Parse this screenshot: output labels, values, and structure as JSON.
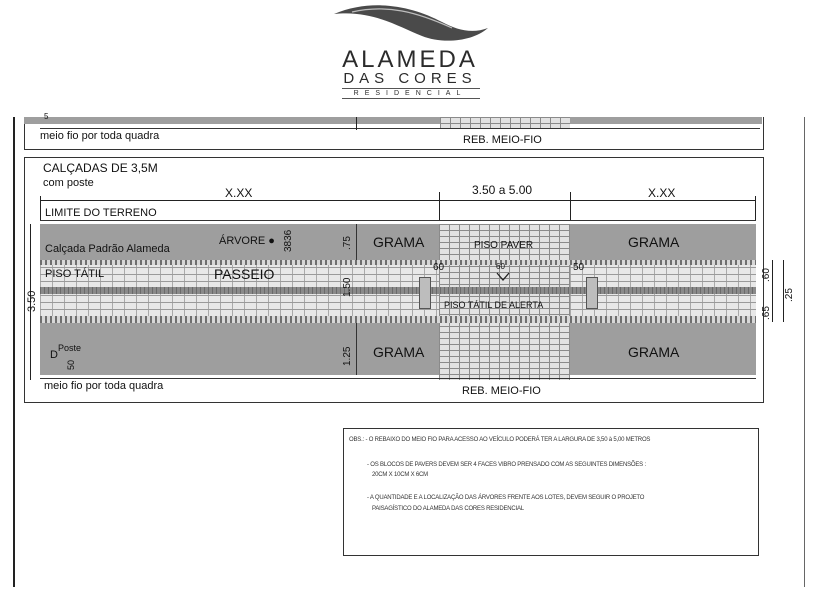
{
  "logo": {
    "line1": "ALAMEDA",
    "line2": "DAS CORES",
    "line3": "RESIDENCIAL",
    "wave_color": "#4a4a4a"
  },
  "top_section": {
    "label_left": "meio fio por toda quadra",
    "label_center": "REB. MEIO-FIO",
    "dim_small": "5"
  },
  "main_section": {
    "title_line1": "CALÇADAS DE 3,5M",
    "title_line2": "com poste",
    "dim_left": "X.XX",
    "dim_center": "3.50 a 5.00",
    "dim_right": "X.XX",
    "limite": "LIMITE DO TERRENO",
    "grama_top_left": "GRAMA",
    "grama_top_right": "GRAMA",
    "piso_paver": "PISO PAVER",
    "calcada_padrao": "Calçada Padrão Alameda",
    "arvore": "ÁRVORE ●",
    "arvore_dim": "3836",
    "dim_75": ".75",
    "piso_tatil": "PISO TÁTIL",
    "passeio": "PASSEIO",
    "dim_150": "1.50",
    "dim_60a": "60",
    "dim_60b": "50",
    "dim_center_mark": "60",
    "piso_tatil_alerta": "PISO TÁTIL DE ALERTA",
    "dim_350": "3.50",
    "dim_r60": ".60",
    "dim_r65": ".65",
    "dim_r25": ".25",
    "poste": "Poste",
    "poste_dim": "50",
    "poste_prefix": "D",
    "dim_125": "1.25",
    "grama_bottom_left": "GRAMA",
    "grama_bottom_right": "GRAMA",
    "label_left_bottom": "meio fio por toda quadra",
    "reb_bottom": "REB. MEIO-FIO"
  },
  "notes": {
    "obs": "OBS.: - O REBAIXO DO MEIO FIO PARA ACESSO AO VEÍCULO PODERÁ TER A LARGURA DE 3,50 à 5,00 METROS",
    "item2_line1": "- OS BLOCOS DE PAVERS DEVEM SER 4 FACES VIBRO PRENSADO COM AS SEGUINTES DIMENSÕES :",
    "item2_line2": "20CM X 10CM X 6CM",
    "item3_line1": "- A QUANTIDADE E A LOCALIZAÇÃO DAS ÁRVORES FRENTE AOS LOTES, DEVEM SEGUIR O PROJETO",
    "item3_line2": "PAISAGÍSTICO DO ALAMEDA DAS CORES RESIDENCIAL"
  }
}
